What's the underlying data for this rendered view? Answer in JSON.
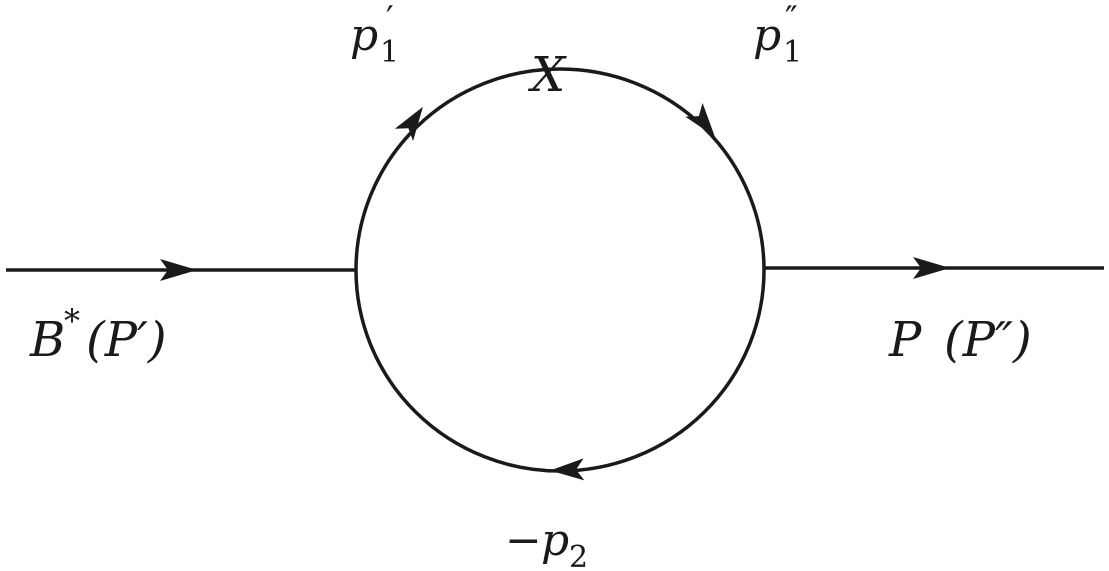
{
  "diagram": {
    "labels": {
      "incoming_name": "B",
      "incoming_star": "*",
      "incoming_momentum": "(P′)",
      "outgoing_name": "P",
      "outgoing_momentum": "(P″)",
      "top_left_momentum": "p",
      "top_left_prime": "′",
      "top_left_sub": "1",
      "top_right_momentum": "p",
      "top_right_prime": "″",
      "top_right_sub": "1",
      "vertex_mark": "X",
      "bottom_minus": "−",
      "bottom_momentum": "p",
      "bottom_sub": "2"
    },
    "colors": {
      "ink": "#1a1a1a",
      "background": "#ffffff"
    }
  }
}
